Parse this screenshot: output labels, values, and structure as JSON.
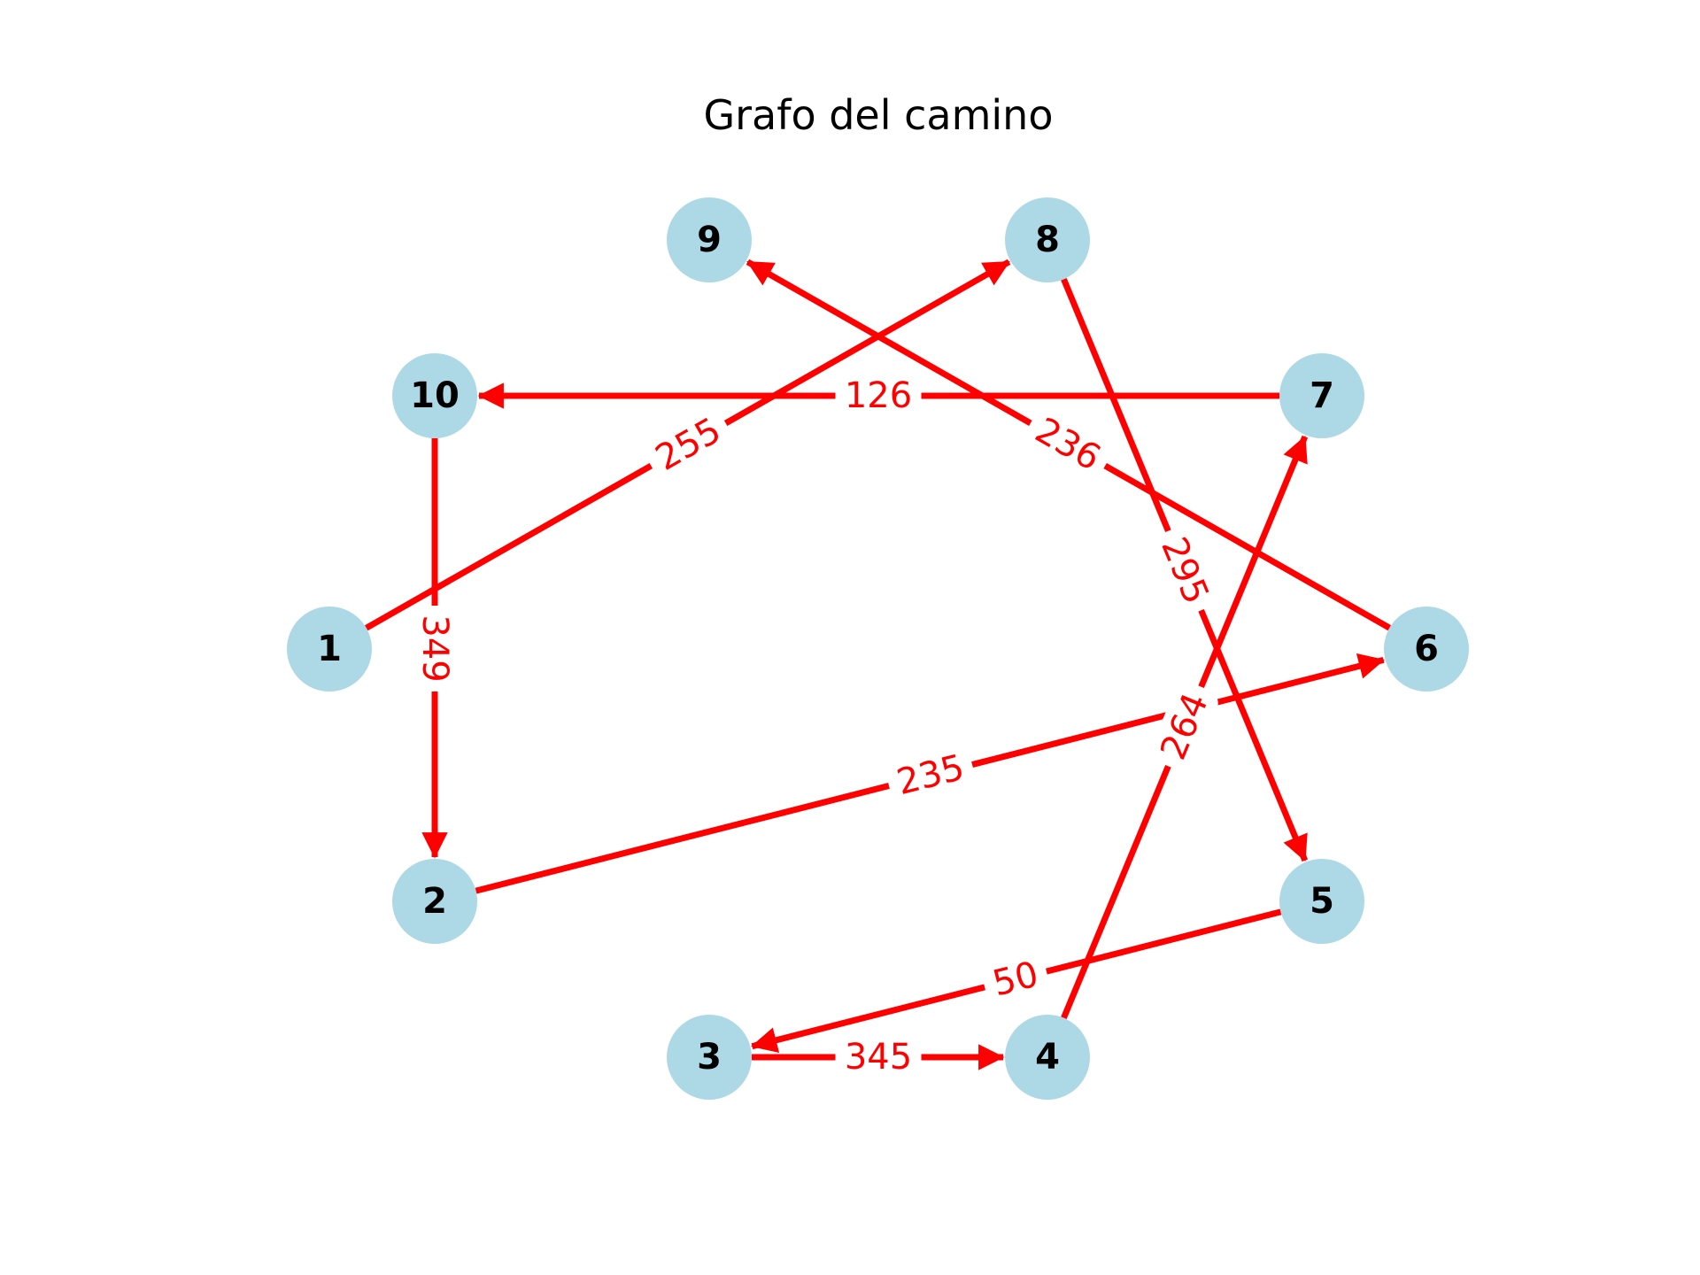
{
  "title": "Grafo del camino",
  "colors": {
    "edge": "#ff0000",
    "node_fill": "#add8e6",
    "node_text": "#000000",
    "label_background": "#ffffff"
  },
  "nodes": [
    "1",
    "2",
    "3",
    "4",
    "5",
    "6",
    "7",
    "8",
    "9",
    "10"
  ],
  "edges": [
    {
      "from": "1",
      "to": "8",
      "weight": "255"
    },
    {
      "from": "8",
      "to": "5",
      "weight": "295"
    },
    {
      "from": "5",
      "to": "3",
      "weight": "50"
    },
    {
      "from": "3",
      "to": "4",
      "weight": "345"
    },
    {
      "from": "4",
      "to": "7",
      "weight": "264"
    },
    {
      "from": "7",
      "to": "10",
      "weight": "126"
    },
    {
      "from": "10",
      "to": "2",
      "weight": "349"
    },
    {
      "from": "2",
      "to": "6",
      "weight": "235"
    },
    {
      "from": "6",
      "to": "9",
      "weight": "236"
    }
  ]
}
